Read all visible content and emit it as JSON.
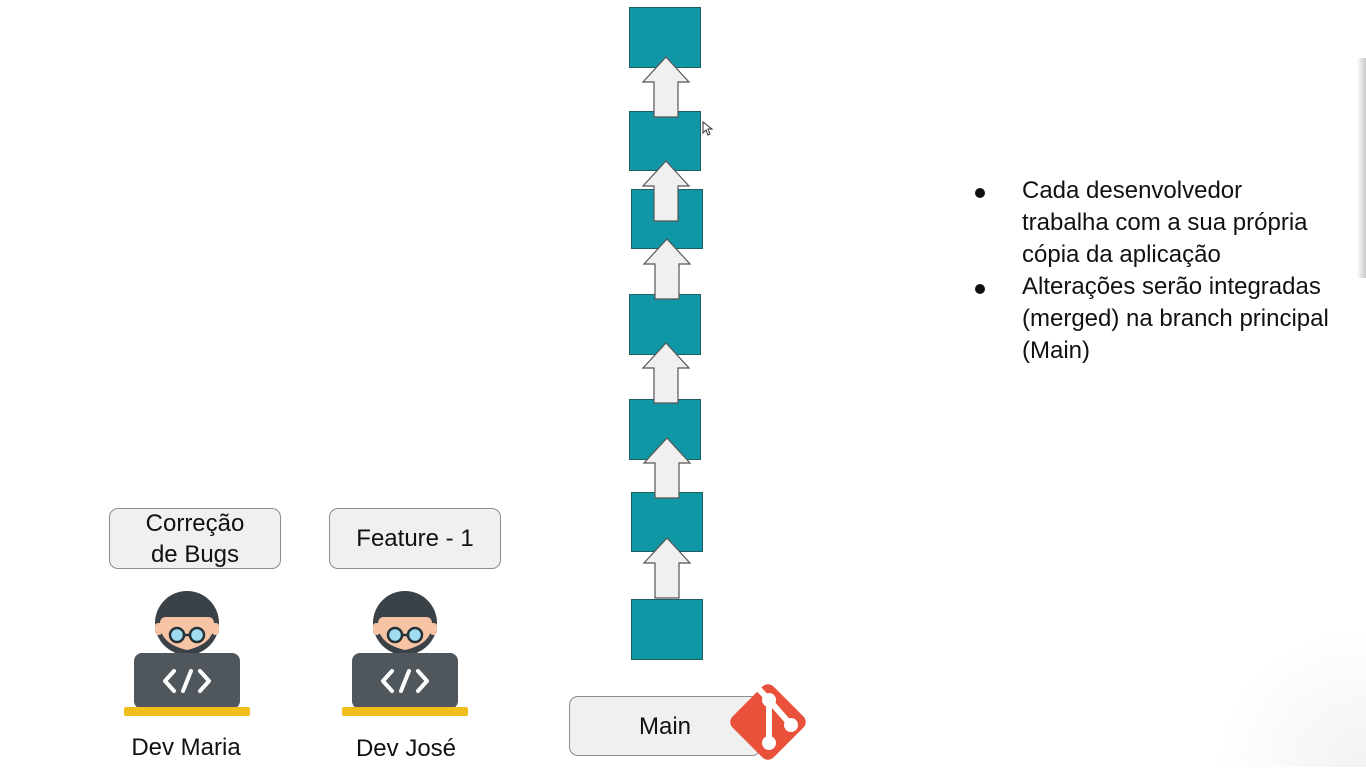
{
  "main_branch": {
    "label": "Main",
    "commits": 7,
    "commit_color": "#0f97a5"
  },
  "branches": [
    {
      "line1": "Correção",
      "line2": "de Bugs"
    },
    {
      "line1": "Feature - 1",
      "line2": ""
    }
  ],
  "developers": [
    {
      "name": "Dev Maria",
      "icon": "developer-coding-icon"
    },
    {
      "name": "Dev José",
      "icon": "developer-coding-icon"
    }
  ],
  "bullets": [
    "Cada desenvolvedor trabalha com a sua própria cópia da aplicação",
    "Alterações serão integradas (merged) na branch principal (Main)"
  ],
  "logo": {
    "icon": "git-logo-icon",
    "color": "#e9513a"
  }
}
